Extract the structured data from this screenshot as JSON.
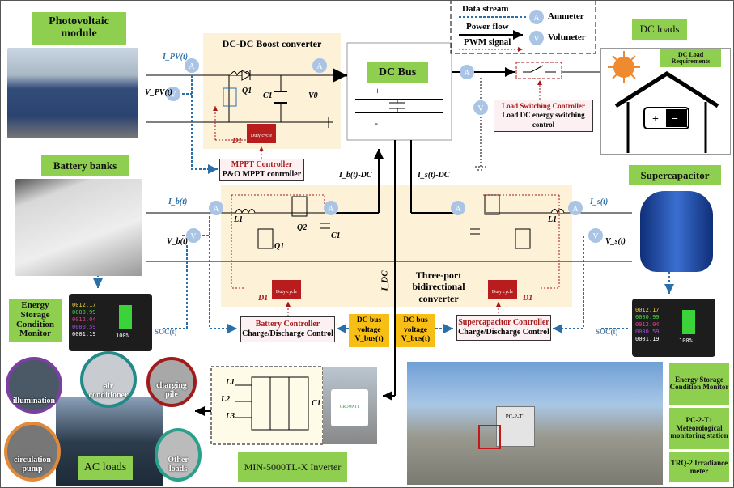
{
  "pv": {
    "title": "Photovoltaic module",
    "current": "I_PV(t)",
    "voltage": "V_PV(t)"
  },
  "boost": {
    "title": "DC-DC Boost converter",
    "switch": "Q1",
    "cap": "C1",
    "vout": "V0",
    "duty": "D1",
    "duty_label": "Duty cycle"
  },
  "mppt": {
    "title": "MPPT Controller",
    "sub": "P&O MPPT controller"
  },
  "dcbus": {
    "title": "DC Bus",
    "plus": "+",
    "minus": "-"
  },
  "legend": {
    "data_stream": "Data stream",
    "power_flow": "Power flow",
    "pwm": "PWM signal",
    "ammeter": "Ammeter",
    "voltmeter": "Voltmeter",
    "a": "A",
    "v": "V"
  },
  "dcloads": {
    "title": "DC loads",
    "req": "DC Load Requirements"
  },
  "load_switch": {
    "title": "Load Switching Controller",
    "sub": "Load DC energy switching control"
  },
  "battery": {
    "title": "Battery banks",
    "current": "I_b(t)",
    "voltage": "V_b(t)",
    "bus_current": "I_b(t)-DC",
    "inductor": "L1",
    "switch": "Q1",
    "switch2": "Q2",
    "cap": "C1",
    "duty": "D1"
  },
  "supercap": {
    "title": "Supercapacitor",
    "current": "I_s(t)",
    "voltage": "V_s(t)",
    "bus_current": "I_s(t)-DC",
    "inductor": "L1",
    "duty": "D1"
  },
  "three_port": {
    "title": "Three-port bidirectional converter",
    "idc": "I_DC"
  },
  "battery_ctrl": {
    "title": "Battery Controller",
    "sub": "Charge/Discharge Control"
  },
  "supercap_ctrl": {
    "title": "Supercapacitor Controller",
    "sub": "Charge/Discharge Control"
  },
  "dcbus_voltage": {
    "line1": "DC bus",
    "line2": "voltage",
    "line3": "V_bus(t)"
  },
  "soc": "SOC(t)",
  "monitor": {
    "title": "Energy Storage Condition Monitor",
    "readings": [
      "0012.17",
      "0000.99",
      "0012.04",
      "0000.59",
      "0001.19"
    ],
    "percent": "100%"
  },
  "inverter": {
    "title": "MIN-5000TL-X Inverter",
    "brand": "GROWATT",
    "l1": "L1",
    "l2": "L2",
    "l3": "L3",
    "cap": "C1"
  },
  "ac_loads": {
    "title": "AC loads",
    "items": [
      "illumination",
      "air conditioner",
      "charging pile",
      "circulation pump",
      "Other loads"
    ]
  },
  "station": {
    "box_label": "PC-2-T1",
    "items": [
      "Energy Storage Condition Monitor",
      "PC-2-T1 Meteorological monitoring station",
      "TRQ-2 Irradiance meter"
    ]
  },
  "colors": {
    "green": "#8fcf4f",
    "beige": "#fdf1d8",
    "data_stream": "#2a6fa8",
    "pwm": "#a51818",
    "yellow": "#f7be16",
    "meter": "#a9c4e4"
  }
}
